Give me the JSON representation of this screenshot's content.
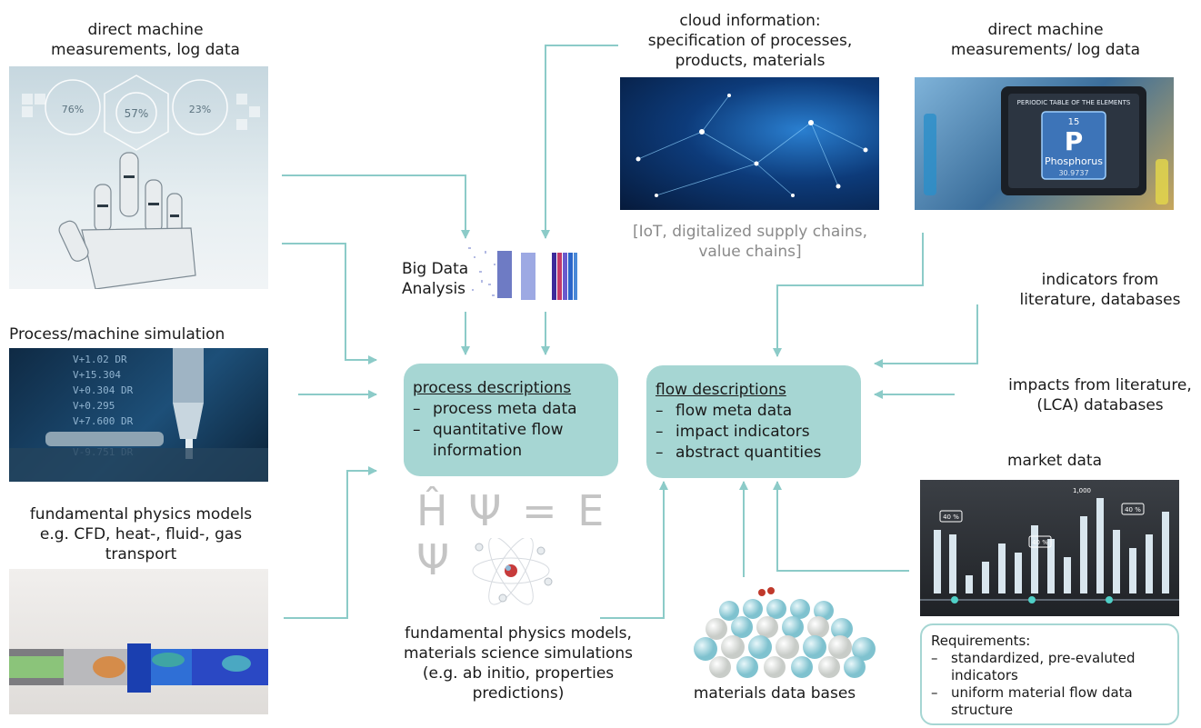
{
  "labels": {
    "machine_left": [
      "direct machine",
      "measurements, log data"
    ],
    "process_sim": "Process/machine simulation",
    "fund_left": [
      "fundamental physics models",
      "e.g. CFD, heat-, fluid-, gas",
      "transport"
    ],
    "cloud": [
      "cloud information:",
      "specification of processes,",
      "products, materials"
    ],
    "iot": [
      "[IoT, digitalized supply chains,",
      "value chains]"
    ],
    "machine_right": [
      "direct machine",
      "measurements/ log data"
    ],
    "indicators": [
      "indicators from",
      "literature, databases"
    ],
    "impacts": [
      "impacts from literature,",
      "(LCA) databases"
    ],
    "market": "market data",
    "big_data": [
      "Big Data",
      "Analysis"
    ],
    "fund_bottom": [
      "fundamental physics models,",
      "materials science simulations",
      "(e.g. ab initio, properties",
      "predictions)"
    ],
    "materials_db": "materials data bases"
  },
  "process_box": {
    "title": "process descriptions",
    "items": [
      "process meta data",
      "quantitative flow information"
    ]
  },
  "flow_box": {
    "title": "flow descriptions",
    "items": [
      "flow meta data",
      "impact indicators",
      "abstract quantities"
    ]
  },
  "equation": "Ĥ Ψ = E Ψ",
  "requirements": {
    "title": "Requirements:",
    "items": [
      "standardized, pre-evaluted indicators",
      "uniform material flow data structure"
    ]
  },
  "image_text": {
    "periodic_header": "PERIODIC TABLE OF THE ELEMENTS",
    "element_number": "15",
    "element_symbol": "P",
    "element_name": "Phosphorus",
    "element_mass": "30.9737",
    "gauge_left": "76%",
    "gauge_center": "57%",
    "gauge_right": "23%",
    "code_lines": [
      "V+1.02 DR",
      "V+15.304",
      "V+0.304 DR",
      "V+0.295",
      "V+7.600 DR",
      "V-9.751 DR",
      "V-9.751 DR"
    ],
    "market_tags": [
      "40 %",
      "1,000",
      "40 %",
      "40 %"
    ]
  },
  "colors": {
    "accent": "#a6d6d3",
    "arrow": "#8ccbc8",
    "text": "#1a1a1a",
    "muted": "#8a8a8a"
  }
}
